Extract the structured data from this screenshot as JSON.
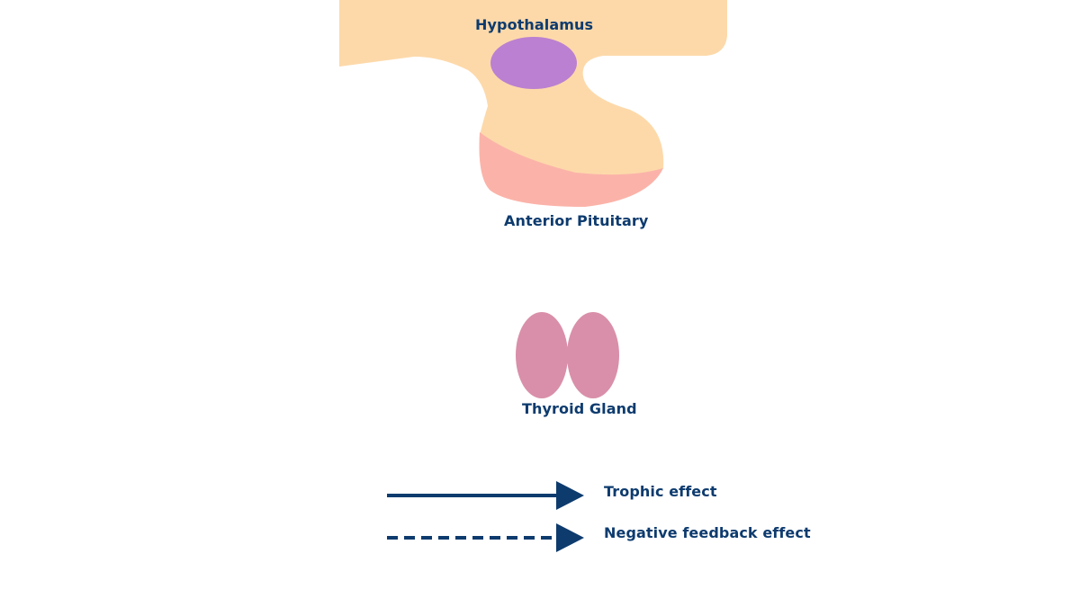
{
  "labels": {
    "hypothalamus": "Hypothalamus",
    "anterior_pituitary": "Anterior Pituitary",
    "thyroid_gland": "Thyroid Gland"
  },
  "legend": {
    "trophic": "Trophic effect",
    "negative_feedback": "Negative feedback effect"
  },
  "colors": {
    "brain": "#fdd9aa",
    "hypothalamus": "#bb80d1",
    "pituitary": "#fbb3a9",
    "thyroid": "#d98fa9",
    "text": "#0d3b6e"
  }
}
